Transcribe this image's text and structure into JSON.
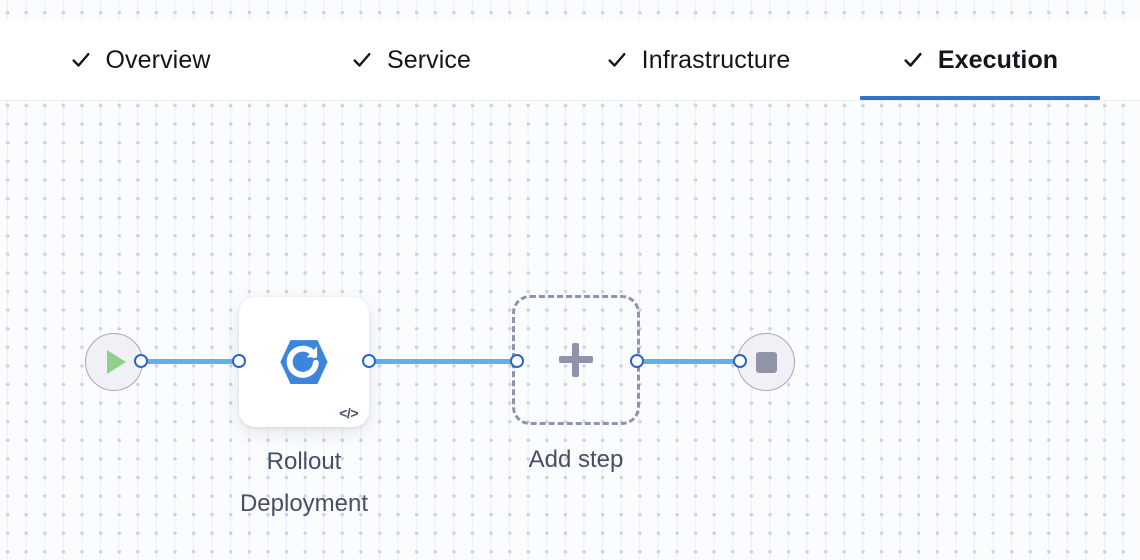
{
  "tabs": [
    {
      "label": "Overview",
      "icon": "check-icon",
      "completed": true,
      "active": false
    },
    {
      "label": "Service",
      "icon": "check-icon",
      "completed": true,
      "active": false
    },
    {
      "label": "Infrastructure",
      "icon": "check-icon",
      "completed": true,
      "active": false
    },
    {
      "label": "Execution",
      "icon": "check-icon",
      "completed": true,
      "active": true
    }
  ],
  "flow": {
    "start_node": {
      "icon": "play-icon",
      "name": "start"
    },
    "end_node": {
      "icon": "stop-icon",
      "name": "end"
    },
    "steps": [
      {
        "label": "Rollout\nDeployment",
        "icon": "rollout-deployment-icon",
        "badge": "</>",
        "badge_icon": "code-icon"
      }
    ],
    "add_step": {
      "label": "Add step",
      "icon": "plus-icon"
    }
  },
  "colors": {
    "accent": "#2e73cc",
    "edge": "#5cb3ec",
    "handle_border": "#2a66c8",
    "play": "#8fd08b",
    "stop": "#9094a8",
    "dashed_border": "#8f93ad",
    "node_icon": "#3d85dc",
    "label_text": "#474f63",
    "canvas_bg": "#fafcfe"
  }
}
